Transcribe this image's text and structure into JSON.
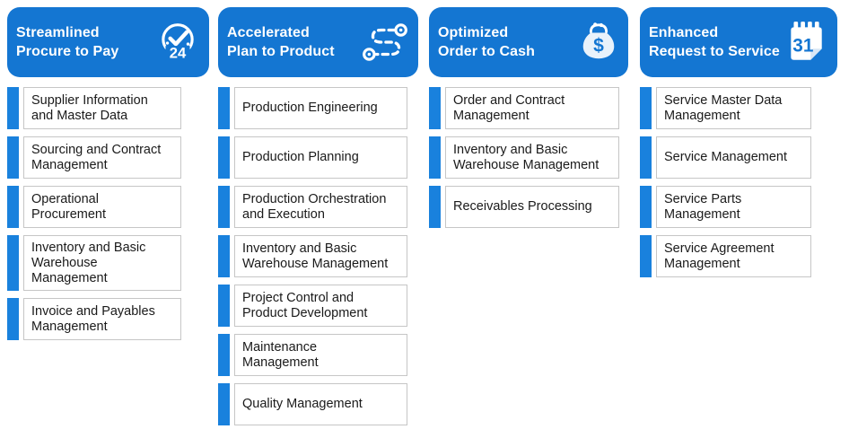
{
  "colors": {
    "header_blue": "#1476d2",
    "accent_bar_blue": "#1981dd",
    "card_border": "#c6c6c6",
    "card_text": "#1a1a1a",
    "header_text": "#ffffff"
  },
  "columns": [
    {
      "id": "procure-to-pay",
      "title": "Streamlined\nProcure to Pay",
      "icon": "clock-24-icon",
      "icon_text": "24",
      "items": [
        {
          "label": "Supplier Information\nand Master Data"
        },
        {
          "label": "Sourcing and Contract\nManagement"
        },
        {
          "label": "Operational\nProcurement"
        },
        {
          "label": "Inventory and Basic\nWarehouse\nManagement"
        },
        {
          "label": "Invoice and Payables\nManagement"
        }
      ]
    },
    {
      "id": "plan-to-product",
      "title": "Accelerated\nPlan to Product",
      "icon": "route-icon",
      "icon_text": "",
      "items": [
        {
          "label": "Production Engineering"
        },
        {
          "label": "Production Planning"
        },
        {
          "label": "Production Orchestration\nand Execution"
        },
        {
          "label": "Inventory and Basic\nWarehouse Management"
        },
        {
          "label": "Project Control and\nProduct Development"
        },
        {
          "label": "Maintenance\nManagement"
        },
        {
          "label": "Quality Management"
        }
      ]
    },
    {
      "id": "order-to-cash",
      "title": "Optimized\nOrder to Cash",
      "icon": "money-purse-icon",
      "icon_text": "$",
      "items": [
        {
          "label": "Order and Contract\nManagement"
        },
        {
          "label": "Inventory and Basic\nWarehouse Management"
        },
        {
          "label": "Receivables Processing"
        }
      ]
    },
    {
      "id": "request-to-service",
      "title": "Enhanced\nRequest to Service",
      "icon": "calendar-31-icon",
      "icon_text": "31",
      "items": [
        {
          "label": "Service Master Data\nManagement"
        },
        {
          "label": "Service Management"
        },
        {
          "label": "Service Parts\nManagement"
        },
        {
          "label": "Service Agreement\nManagement"
        }
      ]
    }
  ]
}
